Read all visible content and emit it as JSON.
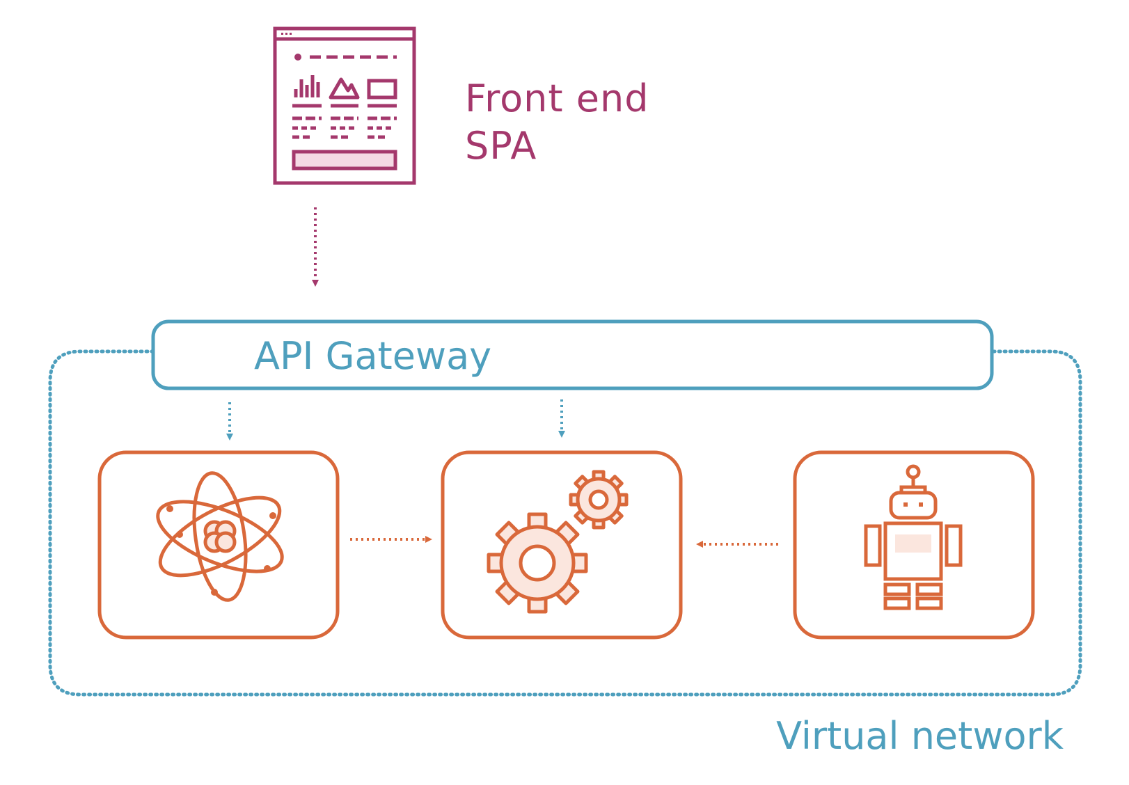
{
  "frontend": {
    "line1": "Front end",
    "line2": "SPA"
  },
  "gateway": {
    "label": "API Gateway"
  },
  "network": {
    "label": "Virtual network"
  },
  "icons": {
    "frontend": "dashboard-window-icon",
    "service_left": "atom-icon",
    "service_center": "gears-icon",
    "service_right": "robot-icon"
  },
  "colors": {
    "frontend": "#a4386c",
    "gateway": "#4e9fbd",
    "services": "#d9683a",
    "service_fill": "#fbe6de"
  }
}
